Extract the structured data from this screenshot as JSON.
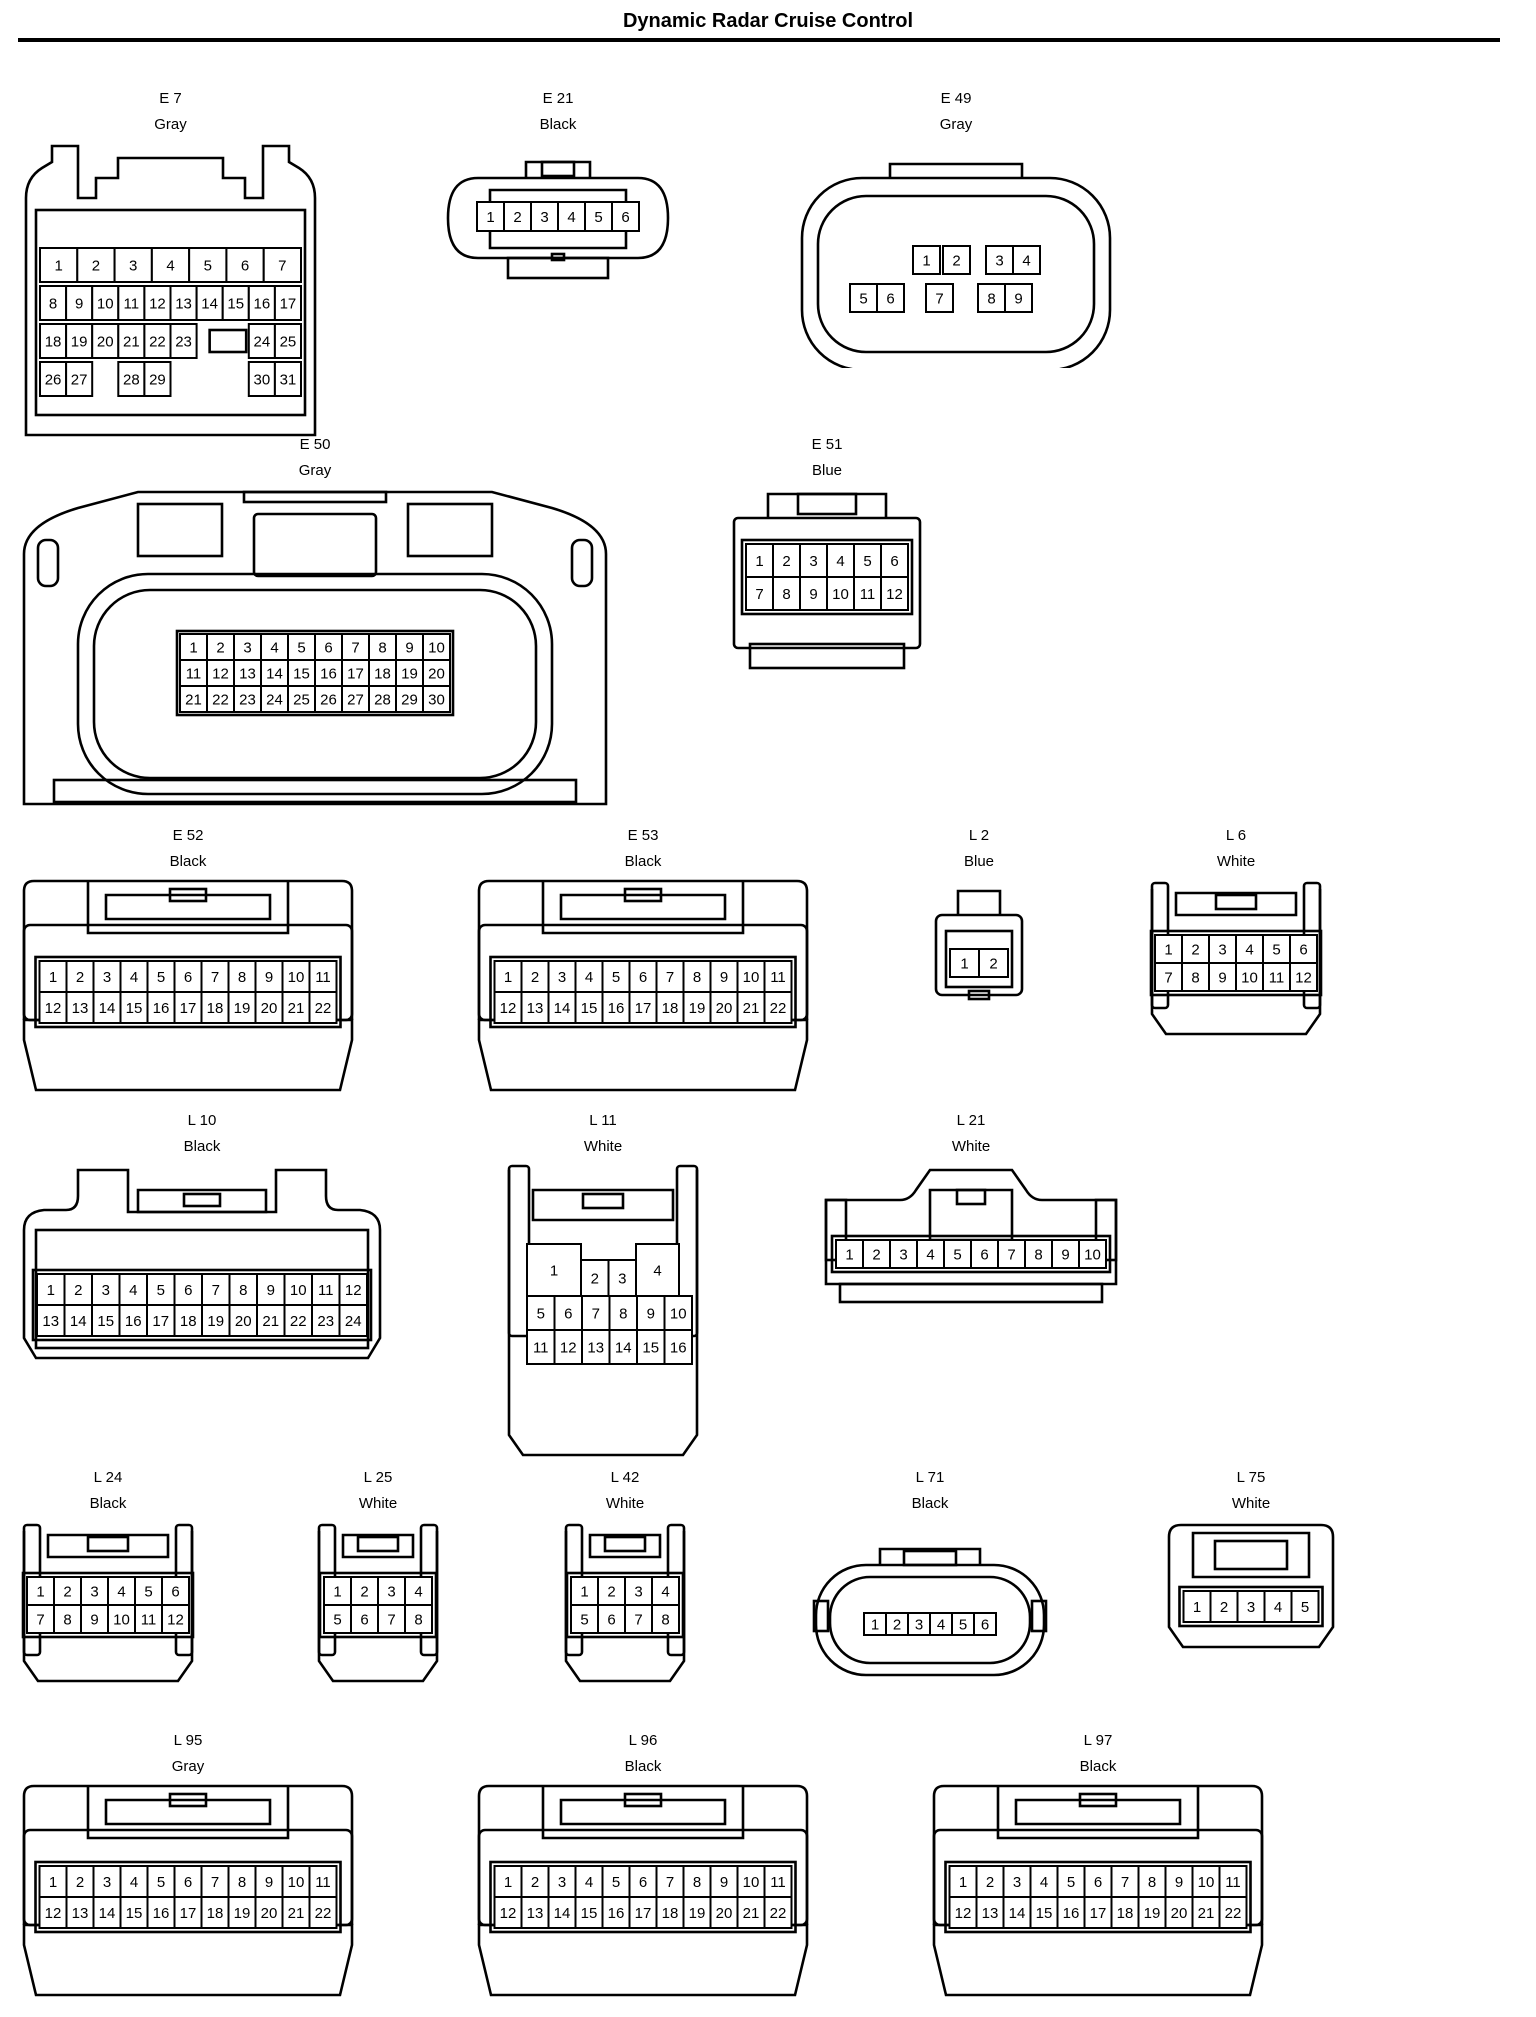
{
  "title": "Dynamic Radar Cruise Control",
  "colors": {
    "ink": "#000000",
    "paper": "#ffffff"
  },
  "connectors": [
    {
      "id": "E 7",
      "color": "Gray",
      "rows": [
        [
          "1",
          "2",
          "3",
          "4",
          "5",
          "6",
          "7"
        ],
        [
          "8",
          "9",
          "10",
          "11",
          "12",
          "13",
          "14",
          "15",
          "16",
          "17"
        ],
        [
          "18",
          "19",
          "20",
          "21",
          "22",
          "23",
          "",
          "24",
          "25"
        ],
        [
          "26",
          "27",
          "",
          "28",
          "29",
          "",
          "30",
          "31"
        ]
      ]
    },
    {
      "id": "E 21",
      "color": "Black",
      "rows": [
        [
          "1",
          "2",
          "3",
          "4",
          "5",
          "6"
        ]
      ]
    },
    {
      "id": "E 49",
      "color": "Gray",
      "rows": [
        [
          "1",
          "2",
          "3",
          "4"
        ],
        [
          "5",
          "6",
          "7",
          "8",
          "9"
        ]
      ]
    },
    {
      "id": "E 50",
      "color": "Gray",
      "rows": [
        [
          "1",
          "2",
          "3",
          "4",
          "5",
          "6",
          "7",
          "8",
          "9",
          "10"
        ],
        [
          "11",
          "12",
          "13",
          "14",
          "15",
          "16",
          "17",
          "18",
          "19",
          "20"
        ],
        [
          "21",
          "22",
          "23",
          "24",
          "25",
          "26",
          "27",
          "28",
          "29",
          "30"
        ]
      ]
    },
    {
      "id": "E 51",
      "color": "Blue",
      "rows": [
        [
          "1",
          "2",
          "3",
          "4",
          "5",
          "6"
        ],
        [
          "7",
          "8",
          "9",
          "10",
          "11",
          "12"
        ]
      ]
    },
    {
      "id": "E 52",
      "color": "Black",
      "rows": [
        [
          "1",
          "2",
          "3",
          "4",
          "5",
          "6",
          "7",
          "8",
          "9",
          "10",
          "11"
        ],
        [
          "12",
          "13",
          "14",
          "15",
          "16",
          "17",
          "18",
          "19",
          "20",
          "21",
          "22"
        ]
      ]
    },
    {
      "id": "E 53",
      "color": "Black",
      "rows": [
        [
          "1",
          "2",
          "3",
          "4",
          "5",
          "6",
          "7",
          "8",
          "9",
          "10",
          "11"
        ],
        [
          "12",
          "13",
          "14",
          "15",
          "16",
          "17",
          "18",
          "19",
          "20",
          "21",
          "22"
        ]
      ]
    },
    {
      "id": "L 2",
      "color": "Blue",
      "rows": [
        [
          "1",
          "2"
        ]
      ]
    },
    {
      "id": "L 6",
      "color": "White",
      "rows": [
        [
          "1",
          "2",
          "3",
          "4",
          "5",
          "6"
        ],
        [
          "7",
          "8",
          "9",
          "10",
          "11",
          "12"
        ]
      ]
    },
    {
      "id": "L 10",
      "color": "Black",
      "rows": [
        [
          "1",
          "2",
          "3",
          "4",
          "5",
          "6",
          "7",
          "8",
          "9",
          "10",
          "11",
          "12"
        ],
        [
          "13",
          "14",
          "15",
          "16",
          "17",
          "18",
          "19",
          "20",
          "21",
          "22",
          "23",
          "24"
        ]
      ]
    },
    {
      "id": "L 11",
      "color": "White",
      "rows": [
        [
          "1",
          "2",
          "3",
          "4"
        ],
        [
          "5",
          "6",
          "7",
          "8",
          "9",
          "10"
        ],
        [
          "11",
          "12",
          "13",
          "14",
          "15",
          "16"
        ]
      ]
    },
    {
      "id": "L 21",
      "color": "White",
      "rows": [
        [
          "1",
          "2",
          "3",
          "4",
          "5",
          "6",
          "7",
          "8",
          "9",
          "10"
        ]
      ]
    },
    {
      "id": "L 24",
      "color": "Black",
      "rows": [
        [
          "1",
          "2",
          "3",
          "4",
          "5",
          "6"
        ],
        [
          "7",
          "8",
          "9",
          "10",
          "11",
          "12"
        ]
      ]
    },
    {
      "id": "L 25",
      "color": "White",
      "rows": [
        [
          "1",
          "2",
          "3",
          "4"
        ],
        [
          "5",
          "6",
          "7",
          "8"
        ]
      ]
    },
    {
      "id": "L 42",
      "color": "White",
      "rows": [
        [
          "1",
          "2",
          "3",
          "4"
        ],
        [
          "5",
          "6",
          "7",
          "8"
        ]
      ]
    },
    {
      "id": "L 71",
      "color": "Black",
      "rows": [
        [
          "1",
          "2",
          "3",
          "4",
          "5",
          "6"
        ]
      ]
    },
    {
      "id": "L 75",
      "color": "White",
      "rows": [
        [
          "1",
          "2",
          "3",
          "4",
          "5"
        ]
      ]
    },
    {
      "id": "L 95",
      "color": "Gray",
      "rows": [
        [
          "1",
          "2",
          "3",
          "4",
          "5",
          "6",
          "7",
          "8",
          "9",
          "10",
          "11"
        ],
        [
          "12",
          "13",
          "14",
          "15",
          "16",
          "17",
          "18",
          "19",
          "20",
          "21",
          "22"
        ]
      ]
    },
    {
      "id": "L 96",
      "color": "Black",
      "rows": [
        [
          "1",
          "2",
          "3",
          "4",
          "5",
          "6",
          "7",
          "8",
          "9",
          "10",
          "11"
        ],
        [
          "12",
          "13",
          "14",
          "15",
          "16",
          "17",
          "18",
          "19",
          "20",
          "21",
          "22"
        ]
      ]
    },
    {
      "id": "L 97",
      "color": "Black",
      "rows": [
        [
          "1",
          "2",
          "3",
          "4",
          "5",
          "6",
          "7",
          "8",
          "9",
          "10",
          "11"
        ],
        [
          "12",
          "13",
          "14",
          "15",
          "16",
          "17",
          "18",
          "19",
          "20",
          "21",
          "22"
        ]
      ]
    }
  ]
}
